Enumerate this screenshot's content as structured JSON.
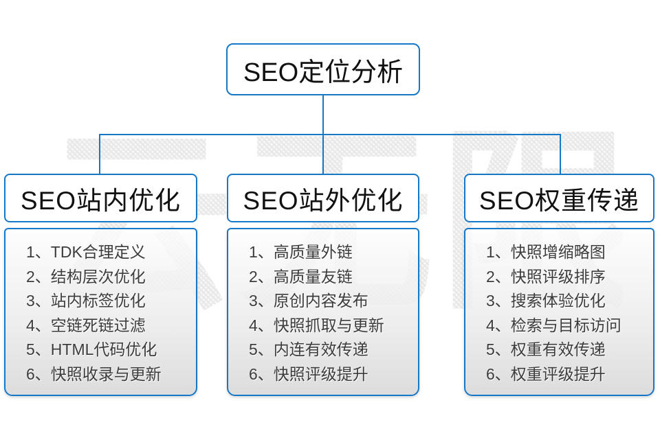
{
  "watermark": {
    "text": "云无限"
  },
  "colors": {
    "line_blue": "#1577c8",
    "body_gray": "#d8d8d8"
  },
  "root_node": {
    "label": "SEO定位分析"
  },
  "columns": [
    {
      "title": "SEO站内优化",
      "items": [
        "1、TDK合理定义",
        "2、结构层次优化",
        "3、站内标签优化",
        "4、空链死链过滤",
        "5、HTML代码优化",
        "6、快照收录与更新"
      ]
    },
    {
      "title": "SEO站外优化",
      "items": [
        "1、高质量外链",
        "2、高质量友链",
        "3、原创内容发布",
        "4、快照抓取与更新",
        "5、内连有效传递",
        "6、快照评级提升"
      ]
    },
    {
      "title": "SEO权重传递",
      "items": [
        "1、快照增缩略图",
        "2、快照评级排序",
        "3、搜索体验优化",
        "4、检索与目标访问",
        "5、权重有效传递",
        "6、权重评级提升"
      ]
    }
  ]
}
